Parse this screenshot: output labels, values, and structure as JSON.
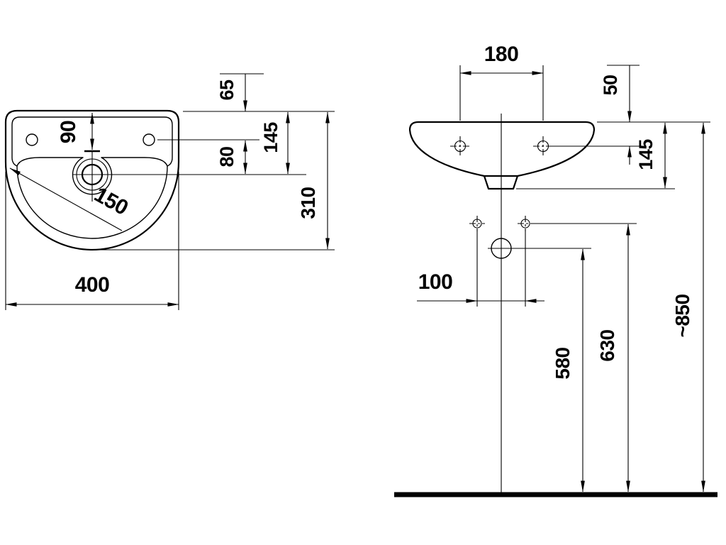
{
  "page": {
    "background_color": "#ffffff",
    "line_color": "#000000"
  },
  "top_view": {
    "dims": {
      "width": "400",
      "depth": "310",
      "rim_to_holes": "65",
      "holes_to_tap": "80",
      "rim_to_tap": "145",
      "tap_offset": "90",
      "diagonal": "150"
    }
  },
  "front_view": {
    "dims": {
      "tap_hole_spacing": "180",
      "rim_to_tap_holes": "50",
      "basin_height": "145",
      "fixing_hole_spacing": "100",
      "floor_to_outlet": "580",
      "floor_to_fixing_holes": "630",
      "floor_to_rim": "~850"
    }
  }
}
